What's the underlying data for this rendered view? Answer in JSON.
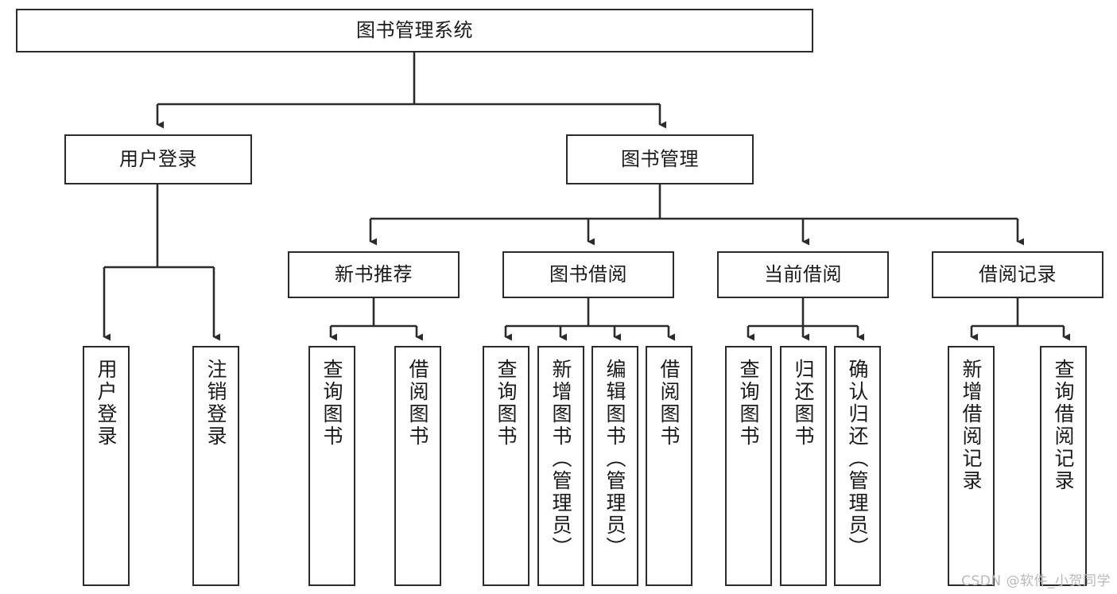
{
  "diagram": {
    "type": "tree-hierarchy-chart",
    "title": "图书管理系统",
    "orientation": "top-down",
    "colors": {
      "box_border": "#2b2b2b",
      "box_fill": "#ffffff",
      "connector": "#2b2b2b",
      "text": "#1a1a1a",
      "watermark": "#b9b9b9",
      "background": "#ffffff"
    }
  },
  "root": {
    "label": "图书管理系统"
  },
  "level2": [
    {
      "id": "user-login",
      "label": "用户登录"
    },
    {
      "id": "book-management",
      "label": "图书管理"
    }
  ],
  "level3": [
    {
      "id": "new-book-recommend",
      "label": "新书推荐",
      "parent": "book-management"
    },
    {
      "id": "book-borrow",
      "label": "图书借阅",
      "parent": "book-management"
    },
    {
      "id": "current-borrow",
      "label": "当前借阅",
      "parent": "book-management"
    },
    {
      "id": "borrow-record",
      "label": "借阅记录",
      "parent": "book-management"
    }
  ],
  "leaves": [
    {
      "id": "leaf-user-login",
      "label": "用户登录",
      "parent": "user-login"
    },
    {
      "id": "leaf-logout-login",
      "label": "注销登录",
      "parent": "user-login"
    },
    {
      "id": "leaf-query-book-1",
      "label": "查询图书",
      "parent": "new-book-recommend"
    },
    {
      "id": "leaf-borrow-book-1",
      "label": "借阅图书",
      "parent": "new-book-recommend"
    },
    {
      "id": "leaf-query-book-2",
      "label": "查询图书",
      "parent": "book-borrow"
    },
    {
      "id": "leaf-add-book",
      "label": "新增图书（管理员）",
      "parent": "book-borrow"
    },
    {
      "id": "leaf-edit-book",
      "label": "编辑图书（管理员）",
      "parent": "book-borrow"
    },
    {
      "id": "leaf-borrow-book-2",
      "label": "借阅图书",
      "parent": "book-borrow"
    },
    {
      "id": "leaf-query-book-3",
      "label": "查询图书",
      "parent": "current-borrow"
    },
    {
      "id": "leaf-return-book",
      "label": "归还图书",
      "parent": "current-borrow"
    },
    {
      "id": "leaf-confirm-return",
      "label": "确认归还（管理员）",
      "parent": "current-borrow"
    },
    {
      "id": "leaf-add-record",
      "label": "新增借阅记录",
      "parent": "borrow-record"
    },
    {
      "id": "leaf-query-record",
      "label": "查询借阅记录",
      "parent": "borrow-record"
    }
  ],
  "watermark": {
    "text": "CSDN @软件_小贺同学"
  }
}
